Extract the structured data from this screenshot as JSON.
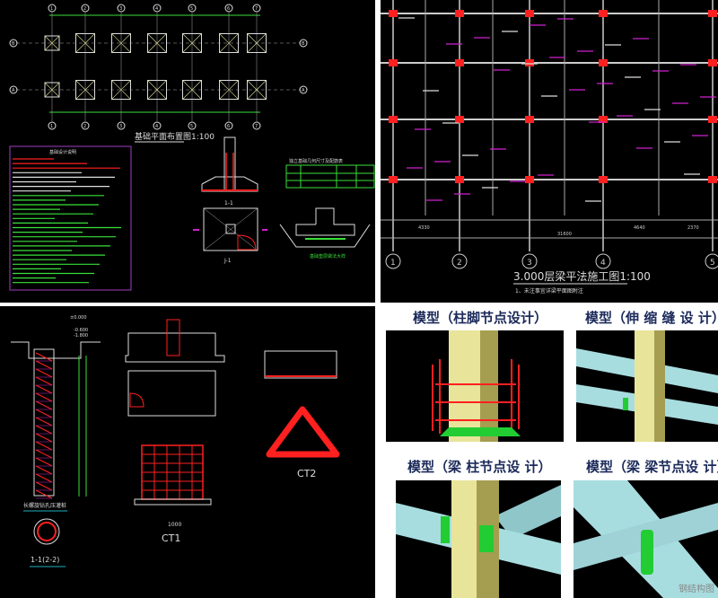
{
  "foundation_plan": {
    "title": "基础平面布置图1:100",
    "axes_top": [
      "1",
      "2",
      "3",
      "4",
      "5",
      "6",
      "7"
    ],
    "axes_side": [
      "B",
      "A"
    ],
    "notes_title": "基础设计说明",
    "section_label": "1-1",
    "plan_label": "J-1",
    "table_title": "独立基础几何尺寸及配筋表",
    "trench_label": "基础垫层做法大样"
  },
  "beam_plan": {
    "title": "3.000层梁平法施工图1:100",
    "note": "1、未注事宜详梁平面图附注",
    "axes": [
      "1",
      "2",
      "3",
      "4",
      "5"
    ],
    "dims": [
      "4330",
      "",
      "31600",
      "4640",
      "2370"
    ]
  },
  "pile_details": {
    "elev_top": "±0.000",
    "elev_2": "-0.600",
    "elev_3": "-1.800",
    "pile_title": "长螺旋钻孔压灌桩",
    "section_title": "1-1(2-2)",
    "ct1": "CT1",
    "ct1_dim": "1000",
    "ct2": "CT2"
  },
  "models": {
    "titles": [
      "模型（柱脚节点设计）",
      "模型（伸 缩 缝 设 计）",
      "模型（梁 柱节点设 计）",
      "模型（梁 梁节点设 计）"
    ],
    "watermark": "钢结构图"
  },
  "colors": {
    "cad_bg": "#000000",
    "cad_green": "#3adf3a",
    "cad_red": "#ff2020",
    "cad_magenta": "#d020d0",
    "steel_column": "#e8e49a",
    "steel_beam": "#a8dde0",
    "plate": "#22cc33",
    "title": "#1b2a5a"
  }
}
